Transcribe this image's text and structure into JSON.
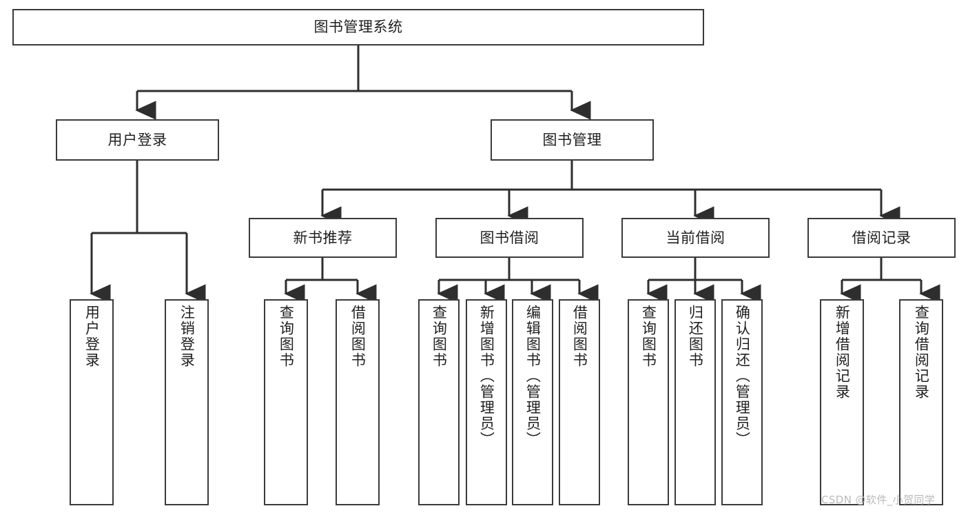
{
  "diagram": {
    "type": "tree-hierarchy",
    "title": "图书管理系统",
    "watermark": "CSDN @软件_小贺同学",
    "colors": {
      "background": "#ffffff",
      "node_border": "#3a3a3a",
      "node_fill": "#ffffff",
      "edge": "#2e2e2e",
      "text": "#1f1f1f",
      "watermark": "#b9b9b9"
    },
    "levels": {
      "level1": {
        "label": "图书管理系统"
      },
      "level2": [
        {
          "label": "用户登录"
        },
        {
          "label": "图书管理"
        }
      ],
      "level3": [
        {
          "label": "新书推荐",
          "parent": "图书管理"
        },
        {
          "label": "图书借阅",
          "parent": "图书管理"
        },
        {
          "label": "当前借阅",
          "parent": "图书管理"
        },
        {
          "label": "借阅记录",
          "parent": "图书管理"
        }
      ],
      "leaves": {
        "用户登录": [
          {
            "label": "用户登录"
          },
          {
            "label": "注销登录"
          }
        ],
        "新书推荐": [
          {
            "label": "查询图书"
          },
          {
            "label": "借阅图书"
          }
        ],
        "图书借阅": [
          {
            "label": "查询图书"
          },
          {
            "label": "新增图书（管理员）"
          },
          {
            "label": "编辑图书（管理员）"
          },
          {
            "label": "借阅图书"
          }
        ],
        "当前借阅": [
          {
            "label": "查询图书"
          },
          {
            "label": "归还图书"
          },
          {
            "label": "确认归还（管理员）"
          }
        ],
        "借阅记录": [
          {
            "label": "新增借阅记录"
          },
          {
            "label": "查询借阅记录"
          }
        ]
      }
    }
  }
}
